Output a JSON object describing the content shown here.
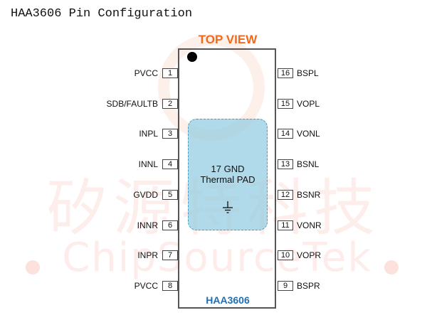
{
  "title": "HAA3606 Pin Configuration",
  "view_label": "TOP VIEW",
  "part_number": "HAA3606",
  "thermal_pad": {
    "line1": "17 GND",
    "line2": "Thermal PAD"
  },
  "watermark": {
    "chinese": "矽源特科技",
    "english": "ChipSourceTek"
  },
  "colors": {
    "top_view": "#f06a1e",
    "part_number": "#1f6fb5",
    "pad_fill": "#96cde1",
    "watermark": "#f07864"
  },
  "icons": {
    "pin1_marker": "filled-dot",
    "pad_symbol": "ground-icon"
  },
  "pins_left": [
    {
      "num": "1",
      "name": "PVCC"
    },
    {
      "num": "2",
      "name": "SDB/FAULTB"
    },
    {
      "num": "3",
      "name": "INPL"
    },
    {
      "num": "4",
      "name": "INNL"
    },
    {
      "num": "5",
      "name": "GVDD"
    },
    {
      "num": "6",
      "name": "INNR"
    },
    {
      "num": "7",
      "name": "INPR"
    },
    {
      "num": "8",
      "name": "PVCC"
    }
  ],
  "pins_right": [
    {
      "num": "16",
      "name": "BSPL"
    },
    {
      "num": "15",
      "name": "VOPL"
    },
    {
      "num": "14",
      "name": "VONL"
    },
    {
      "num": "13",
      "name": "BSNL"
    },
    {
      "num": "12",
      "name": "BSNR"
    },
    {
      "num": "11",
      "name": "VONR"
    },
    {
      "num": "10",
      "name": "VOPR"
    },
    {
      "num": "9",
      "name": "BSPR"
    }
  ]
}
